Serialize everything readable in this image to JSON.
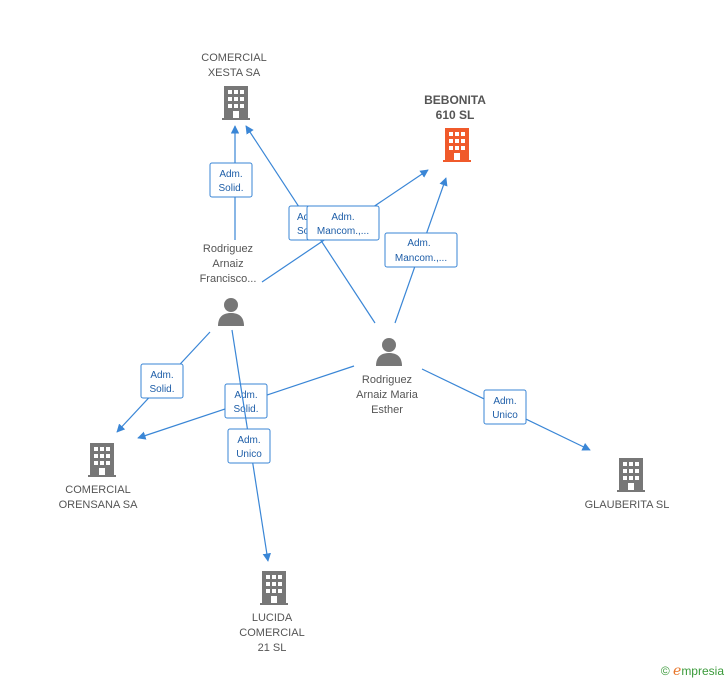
{
  "nodes": {
    "comercial_xesta": {
      "lines": [
        "COMERCIAL",
        "XESTA SA"
      ],
      "type": "company"
    },
    "bebonita": {
      "lines": [
        "BEBONITA",
        "610 SL"
      ],
      "type": "company",
      "highlight": true
    },
    "rodriguez_francisco": {
      "lines": [
        "Rodriguez",
        "Arnaiz",
        "Francisco..."
      ],
      "type": "person"
    },
    "rodriguez_maria": {
      "lines": [
        "Rodriguez",
        "Arnaiz Maria",
        "Esther"
      ],
      "type": "person"
    },
    "comercial_orensana": {
      "lines": [
        "COMERCIAL",
        "ORENSANA SA"
      ],
      "type": "company"
    },
    "glauberita": {
      "lines": [
        "GLAUBERITA SL"
      ],
      "type": "company"
    },
    "lucida": {
      "lines": [
        "LUCIDA",
        "COMERCIAL",
        "21 SL"
      ],
      "type": "company"
    }
  },
  "edges": {
    "e1": [
      "Adm.",
      "Solid."
    ],
    "e2": [
      "Adm.",
      "Solid."
    ],
    "e3": [
      "Adm.",
      "Mancom.,..."
    ],
    "e4": [
      "Adm.",
      "Mancom.,..."
    ],
    "e5": [
      "Adm.",
      "Solid."
    ],
    "e6": [
      "Adm.",
      "Solid."
    ],
    "e7": [
      "Adm.",
      "Unico"
    ],
    "e8": [
      "Adm.",
      "Unico"
    ]
  },
  "colors": {
    "edge": "#3a86d6",
    "company_icon": "#777777",
    "highlight_icon": "#f05a2b",
    "person_icon": "#777777"
  },
  "footer": {
    "copyright": "©",
    "brand_initial": "e",
    "brand_rest": "mpresia"
  }
}
